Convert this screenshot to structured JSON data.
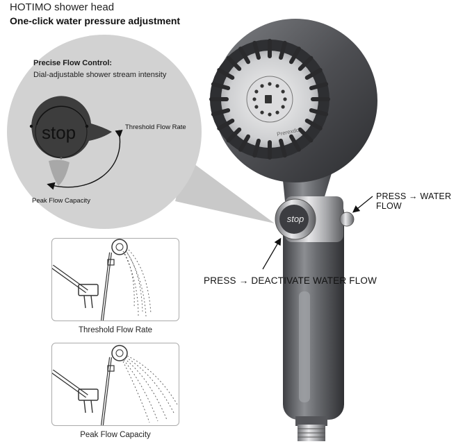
{
  "header": {
    "brand": "HOTIMO shower head",
    "headline": "One-click water pressure adjustment"
  },
  "callout": {
    "title": "Precise Flow Control:",
    "subtitle": "Dial-adjustable shower stream intensity",
    "dial_text": "stop",
    "threshold_label": "Threshold Flow Rate",
    "peak_label": "Peak Flow Capacity"
  },
  "product": {
    "button_text": "stop",
    "face_text": "Prerexdo",
    "press_on_label": "PRESS → WATER FLOW",
    "press_off_label": "PRESS → DEACTIVATE WATER FLOW"
  },
  "panels": [
    {
      "caption": "Threshold Flow Rate"
    },
    {
      "caption": "Peak Flow Capacity"
    }
  ],
  "colors": {
    "circle_fill": "#d2d2d2",
    "dial_fill": "#3d3d3d",
    "metal_dark": "#4a4a4e",
    "metal_light": "#9a9ca0",
    "water_drop": "#a8a8a8"
  },
  "icons": [
    "arrow-icon",
    "curved-arrow-icon",
    "shower-head-icon",
    "water-drop-icon"
  ]
}
